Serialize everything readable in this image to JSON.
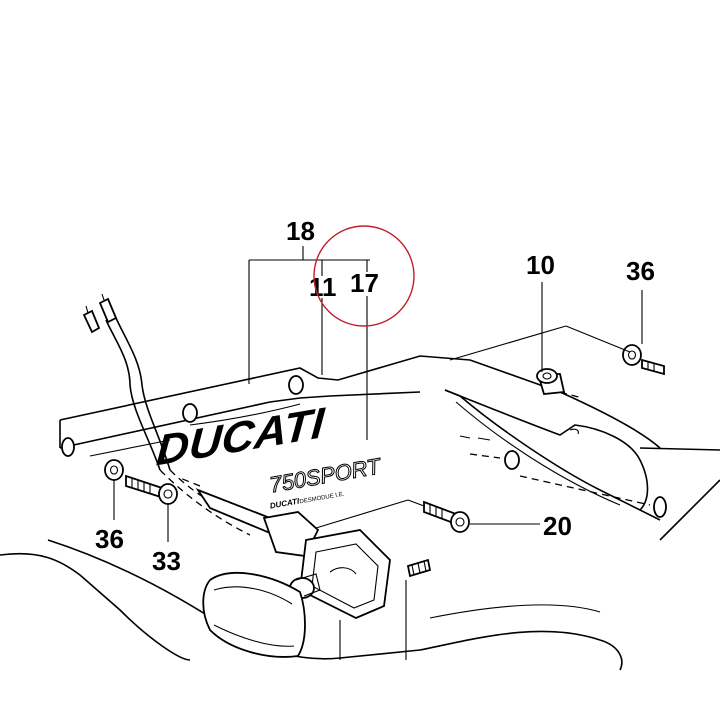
{
  "callouts": {
    "c18": "18",
    "c11": "11",
    "c17": "17",
    "c10": "10",
    "c36_top": "36",
    "c36_left": "36",
    "c33": "33",
    "c20": "20"
  },
  "decal": {
    "brand": "DUCATI",
    "brand_small": "DUCATI",
    "model": "750SPORT",
    "subline": "DESMODUE I.E."
  },
  "colors": {
    "ink": "#000000",
    "highlight_circle": "#c0202a",
    "background": "#ffffff"
  }
}
